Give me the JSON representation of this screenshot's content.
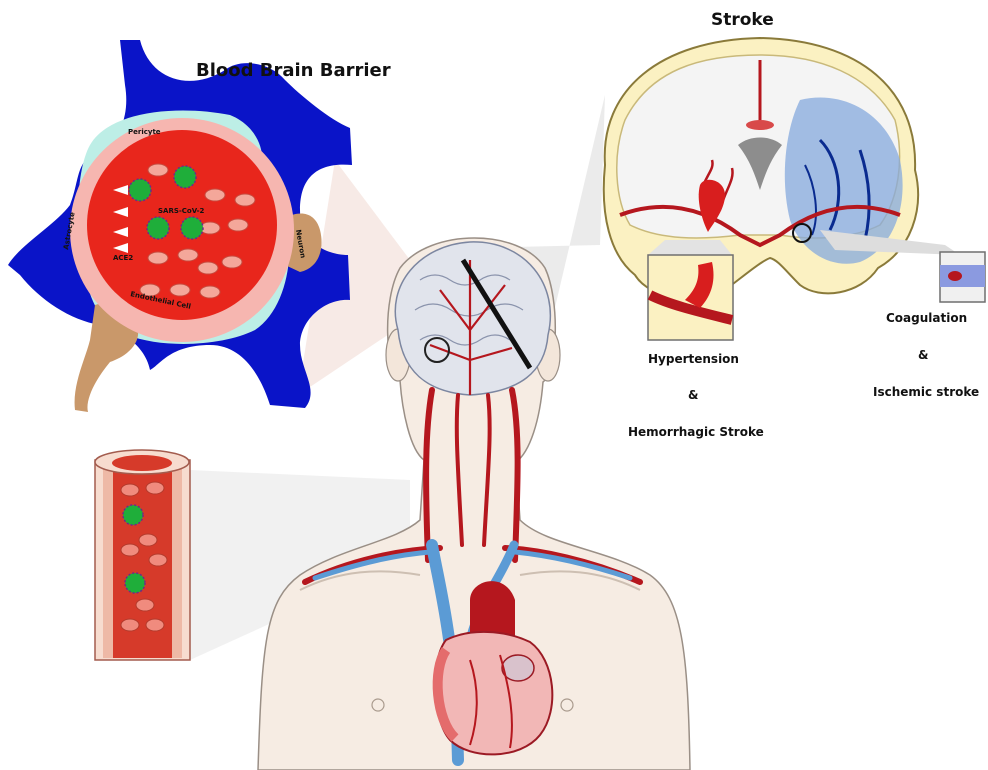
{
  "titles": {
    "bbb": "Blood Brain Barrier",
    "stroke": "Stroke"
  },
  "bbb_labels": {
    "pericyte": "Pericyte",
    "astrocyte": "Astrocyte",
    "neuron": "Neuron",
    "sars": "SARS-CoV-2",
    "ace2": "ACE2",
    "endothelial": "Endothelial Cell"
  },
  "stroke_labels": {
    "hypertension": "Hypertension",
    "amp1": "&",
    "hemorrhagic": "Hemorrhagic Stroke",
    "coagulation": "Coagulation",
    "amp2": "&",
    "ischemic": "Ischemic stroke"
  },
  "colors": {
    "astrocyte_blue": "#0a14c8",
    "pericyte_cyan": "#bdeee6",
    "blood_red": "#e8261c",
    "rbc_pink": "#f4a79a",
    "virus_green": "#1fae3a",
    "artery_red": "#b5171e",
    "vein_blue": "#5b9bd5",
    "skin": "#f6ece3",
    "brain_yellow": "#fbf1c2",
    "neuron_tan": "#c9986a"
  }
}
